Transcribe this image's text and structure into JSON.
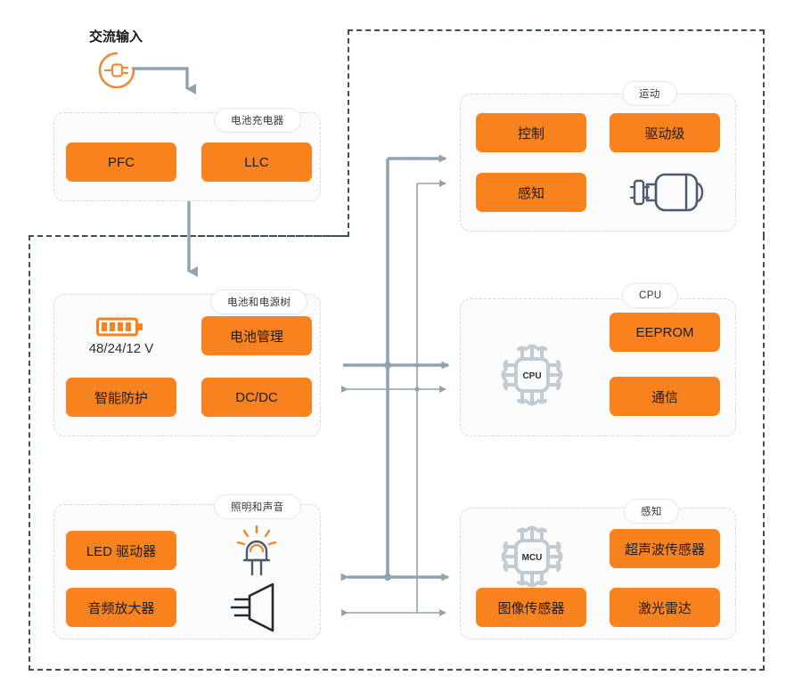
{
  "diagram": {
    "title_ac_input": "交流输入",
    "battery_voltage_label": "48/24/12 V",
    "colors": {
      "accent_orange": "#f7821e",
      "wire_gray": "#8fa3b0",
      "boundary": "#3c4f5c",
      "panel_border": "#d5d9dd",
      "panel_fill": "#fbfbfc",
      "icon_slate": "#4c5a70",
      "icon_gray": "#c3cbd2"
    },
    "panels": [
      {
        "id": "battery-charger",
        "label": "电池充电器",
        "blocks": [
          {
            "id": "pfc",
            "label": "PFC"
          },
          {
            "id": "llc",
            "label": "LLC"
          }
        ]
      },
      {
        "id": "battery-power-tree",
        "label": "电池和电源树",
        "blocks": [
          {
            "id": "battery-management",
            "label": "电池管理"
          },
          {
            "id": "smart-protection",
            "label": "智能防护"
          },
          {
            "id": "dcdc",
            "label": "DC/DC"
          }
        ],
        "icons": [
          {
            "id": "battery-icon",
            "name": "battery-icon",
            "caption": "48/24/12 V"
          }
        ]
      },
      {
        "id": "lighting-sound",
        "label": "照明和声音",
        "blocks": [
          {
            "id": "led-driver",
            "label": "LED 驱动器"
          },
          {
            "id": "audio-amplifier",
            "label": "音频放大器"
          }
        ],
        "icons": [
          {
            "id": "led-icon",
            "name": "led-lamp-icon"
          },
          {
            "id": "speaker-icon",
            "name": "speaker-icon"
          }
        ]
      },
      {
        "id": "motion",
        "label": "运动",
        "blocks": [
          {
            "id": "control",
            "label": "控制"
          },
          {
            "id": "drive-stage",
            "label": "驱动级"
          },
          {
            "id": "sensing",
            "label": "感知"
          }
        ],
        "icons": [
          {
            "id": "motor-icon",
            "name": "motor-icon"
          }
        ]
      },
      {
        "id": "cpu",
        "label": "CPU",
        "blocks": [
          {
            "id": "eeprom",
            "label": "EEPROM"
          },
          {
            "id": "communication",
            "label": "通信"
          }
        ],
        "icons": [
          {
            "id": "cpu-chip-icon",
            "name": "cpu-chip-icon",
            "text": "CPU"
          }
        ]
      },
      {
        "id": "perception",
        "label": "感知",
        "blocks": [
          {
            "id": "ultrasonic-sensor",
            "label": "超声波传感器"
          },
          {
            "id": "image-sensor",
            "label": "图像传感器"
          },
          {
            "id": "lidar",
            "label": "激光雷达"
          }
        ],
        "icons": [
          {
            "id": "mcu-chip-icon",
            "name": "mcu-chip-icon",
            "text": "MCU"
          }
        ]
      }
    ],
    "chip_texts": {
      "cpu": "CPU",
      "mcu": "MCU"
    }
  }
}
